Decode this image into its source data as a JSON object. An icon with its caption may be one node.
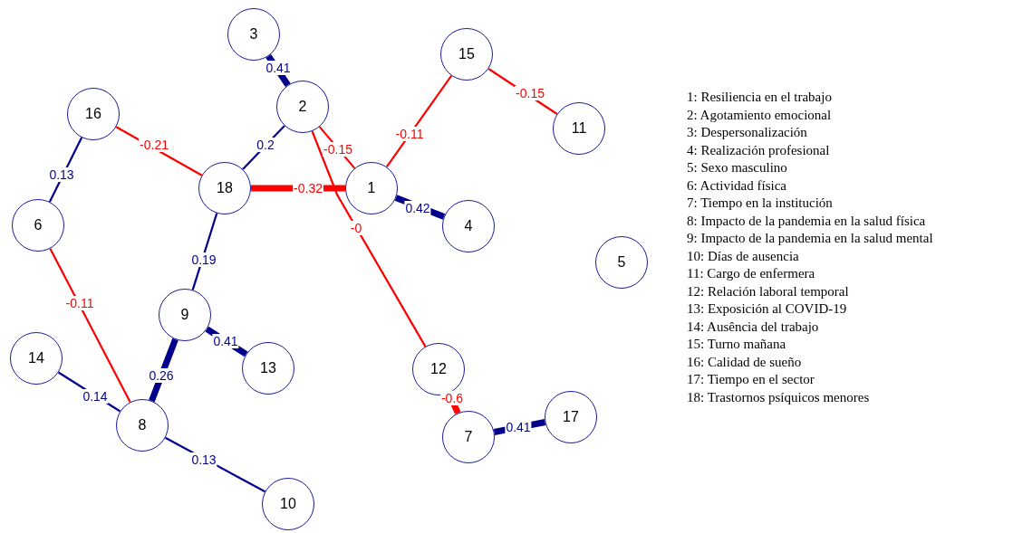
{
  "diagram": {
    "nodes": [
      {
        "text": [
          "1"
        ]
      },
      {
        "text": [
          "2"
        ]
      },
      {
        "text": [
          "3"
        ]
      },
      {
        "text": [
          "4"
        ]
      },
      {
        "text": [
          "5"
        ]
      },
      {
        "text": [
          "6"
        ]
      },
      {
        "text": [
          "7"
        ]
      },
      {
        "text": [
          "8"
        ]
      },
      {
        "text": [
          "9"
        ]
      },
      {
        "text": [
          "10"
        ]
      },
      {
        "text": [
          "11"
        ]
      },
      {
        "text": [
          "12"
        ]
      },
      {
        "text": [
          "13"
        ]
      },
      {
        "text": [
          "14"
        ]
      },
      {
        "text": [
          "15"
        ]
      },
      {
        "text": [
          "16"
        ]
      },
      {
        "text": [
          "17"
        ]
      },
      {
        "text": [
          "18"
        ]
      }
    ],
    "edges": [
      {
        "from": 2,
        "to": 1,
        "arrow": "none",
        "label": "0.41",
        "style": "thick"
      },
      {
        "from": 1,
        "to": 17,
        "arrow": "none",
        "label": "0.2"
      },
      {
        "from": 1,
        "to": 0,
        "arrow": "none",
        "label": "-0.15",
        "color": "#ff0000"
      },
      {
        "from": 1,
        "to": 11,
        "arrow": "none",
        "label": "-0",
        "color": "#ff0000"
      },
      {
        "from": 14,
        "to": 0,
        "arrow": "none",
        "label": "-0.11",
        "color": "#ff0000"
      },
      {
        "from": 14,
        "to": 10,
        "arrow": "none",
        "label": "-0.15",
        "color": "#ff0000"
      },
      {
        "from": 15,
        "to": 17,
        "arrow": "none",
        "label": "-0.21",
        "color": "#ff0000"
      },
      {
        "from": 15,
        "to": 5,
        "arrow": "none",
        "label": "0.13"
      },
      {
        "from": 17,
        "to": 0,
        "arrow": "none",
        "label": "-0.32",
        "style": "thick",
        "color": "#ff0000"
      },
      {
        "from": 0,
        "to": 3,
        "arrow": "none",
        "label": "0.42",
        "style": "thick"
      },
      {
        "from": 17,
        "to": 8,
        "arrow": "none",
        "label": "0.19"
      },
      {
        "from": 5,
        "to": 7,
        "arrow": "none",
        "label": "-0.11",
        "color": "#ff0000"
      },
      {
        "from": 8,
        "to": 12,
        "arrow": "none",
        "label": "0.41",
        "style": "thick"
      },
      {
        "from": 8,
        "to": 7,
        "arrow": "none",
        "label": "0.26",
        "style": "thick"
      },
      {
        "from": 13,
        "to": 7,
        "arrow": "none",
        "label": "0.14"
      },
      {
        "from": 7,
        "to": 9,
        "arrow": "none",
        "label": "0.13"
      },
      {
        "from": 11,
        "to": 6,
        "arrow": "none",
        "label": "-0.6",
        "style": "thick",
        "color": "#ff0000"
      },
      {
        "from": 6,
        "to": 16,
        "arrow": "none",
        "label": "0.41",
        "style": "thick"
      }
    ],
    "labels": [
      "1: Resiliencia en el trabajo",
      "2: Agotamiento emocional",
      "3: Despersonalización",
      "4: Realización profesional",
      "5: Sexo masculino",
      "6: Actividad física",
      "7: Tiempo en la institución",
      "8: Impacto de la pandemia en la salud física",
      "9: Impacto de la pandemia en la salud mental",
      "10: Días de ausencia",
      "11: Cargo de enfermera",
      "12: Relación laboral temporal",
      "13: Exposición al COVID-19",
      "14: Ausência del trabajo",
      "15: Turno mañana",
      "16: Calidad de sueño",
      "17: Tiempo en el sector",
      "18: Trastornos psíquicos menores"
    ]
  }
}
